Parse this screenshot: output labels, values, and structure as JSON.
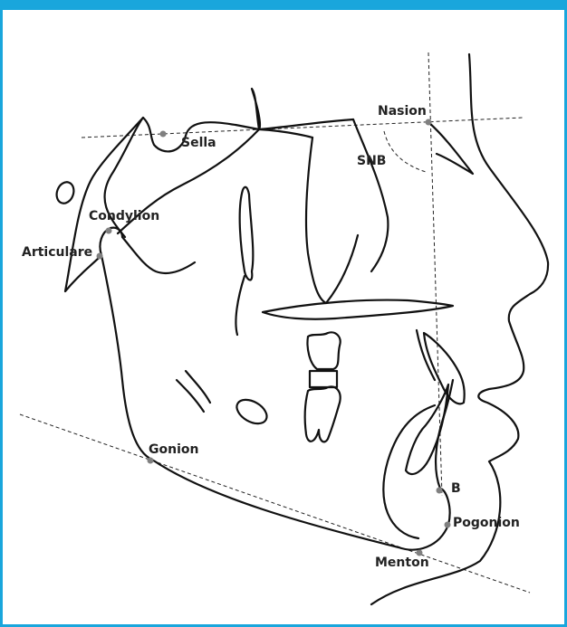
{
  "accent_color": "#19a6dc",
  "line_color": "#111111",
  "landmark_color": "#808080",
  "labels": {
    "nasion": "Nasion",
    "sella": "Sella",
    "snb": "SNB",
    "condylion": "Condylion",
    "articulare": "Articulare",
    "gonion": "Gonion",
    "b_point": "B",
    "pogonion": "Pogonion",
    "menton": "Menton"
  }
}
